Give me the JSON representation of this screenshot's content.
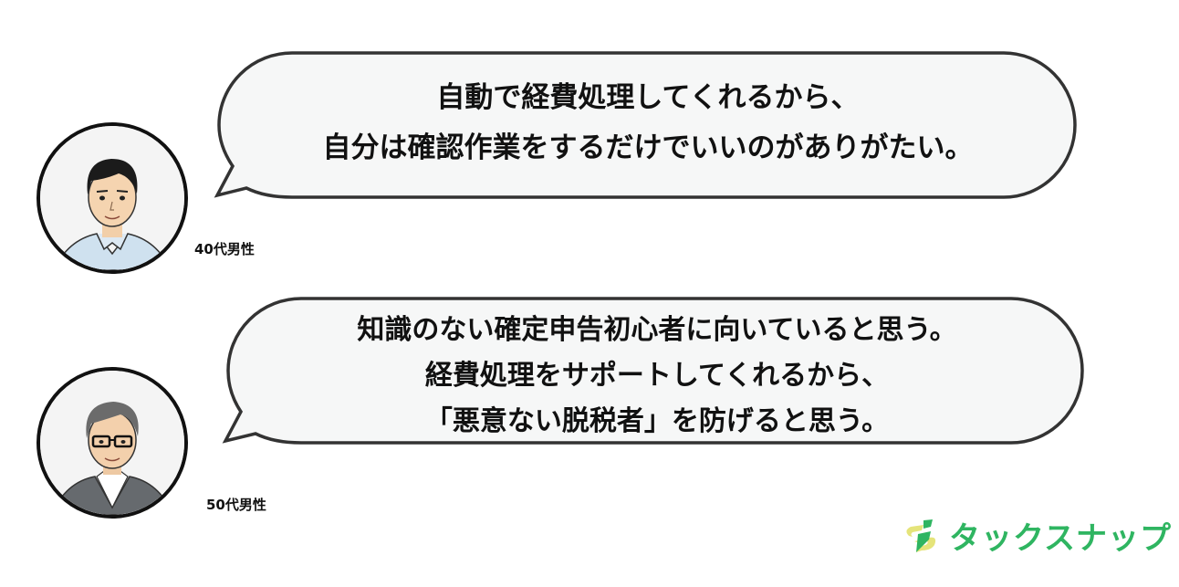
{
  "testimonials": [
    {
      "quote_lines": [
        "自動で経費処理してくれるから、",
        "自分は確認作業をするだけでいいのがありがたい。"
      ],
      "speaker": "40代男性",
      "avatar_icon": "man-avatar-icon"
    },
    {
      "quote_lines": [
        "知識のない確定申告初心者に向いていると思う。",
        "経費処理をサポートしてくれるから、",
        "「悪意ない脱税者」を防げると思う。"
      ],
      "speaker": "50代男性",
      "avatar_icon": "man-glasses-avatar-icon"
    }
  ],
  "brand": {
    "name": "タックスナップ",
    "color": "#2fb561",
    "accent": "#e5e47a"
  },
  "colors": {
    "bubble_fill": "#f6f7f7",
    "bubble_stroke": "#333333"
  }
}
